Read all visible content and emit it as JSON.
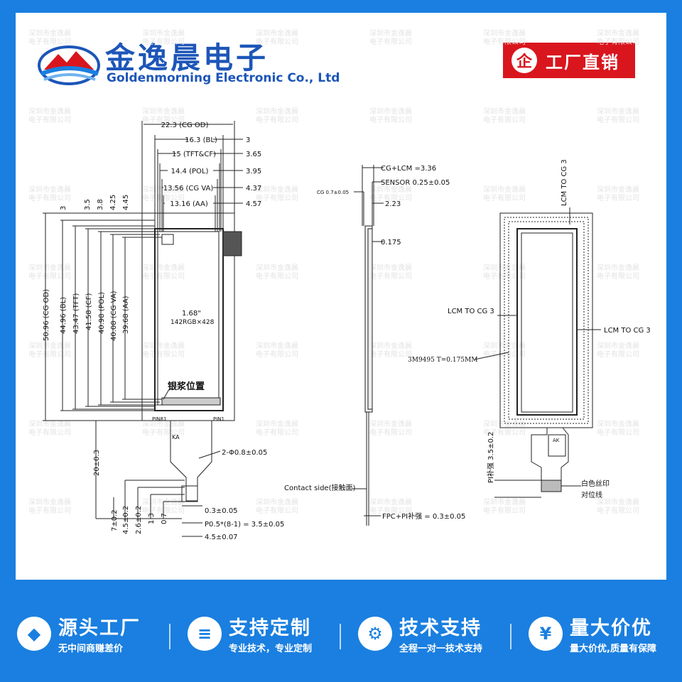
{
  "brand": {
    "name_cn": "金逸晨电子",
    "name_en": "Goldenmorning Electronic Co., Ltd"
  },
  "badge": {
    "icon_text": "企",
    "text": "工厂直销"
  },
  "watermark": "深圳市金逸晨 电子有限公司",
  "front_view": {
    "top_dims": [
      {
        "left": "22.3 (CG OD)",
        "right": ""
      },
      {
        "left": "16.3 (BL)",
        "right": "3"
      },
      {
        "left": "15 (TFT&CF)",
        "right": "3.65"
      },
      {
        "left": "14.4 (POL)",
        "right": "3.95"
      },
      {
        "left": "13.56 (CG VA)",
        "right": "4.37"
      },
      {
        "left": "13.16 (AA)",
        "right": "4.57"
      }
    ],
    "top_offsets": [
      "3",
      "3.5",
      "3.8",
      "4.25",
      "4.45"
    ],
    "vertical_dims": [
      "50.96 (CG OD)",
      "44.96 (BL)",
      "43.47 (TFT)",
      "41.58 (CF)",
      "40.98 (POL)",
      "40.08 (CG VA)",
      "39.68 (AA)"
    ],
    "size_label": "1.68\"",
    "resolution_label": "142RGB×428",
    "silver_paste": "银浆位置",
    "pin1_left": "PIN81",
    "pin1_right": "PIN1",
    "fpc_label": "KA",
    "holes": "2-Φ0.8±0.05",
    "tail_dim": "20±0.3",
    "bottom_dims_left": [
      "7±0.2",
      "4.5±0.2",
      "2.6±0.2",
      "1.3",
      "0.7"
    ],
    "bottom_dims_right": [
      "0.3±0.05",
      "P0.5*(8-1) = 3.5±0.05",
      "4.5±0.07"
    ]
  },
  "side_view": {
    "cg_lcm": "CG+LCM =3.36",
    "sensor": "SENSOR 0.25±0.05",
    "cg": "CG 0.7±0.05",
    "d223": "2.23",
    "d0175": "0.175",
    "contact": "Contact side(接触面)",
    "fpc_pi": "FPC+PI补强 = 0.3±0.05"
  },
  "back_view": {
    "lcm_top": "LCM TO CG 3",
    "lcm_left": "LCM TO CG 3",
    "lcm_right": "LCM TO CG 3",
    "tape": "3M9495 T=0.175MM",
    "pi_dim": "PI补强 3.5±0.2",
    "fpc_label": "AK",
    "silk_line1": "白色丝印",
    "silk_line2": "对位线"
  },
  "footer": [
    {
      "icon": "fire-icon",
      "glyph": "◆",
      "title": "源头工厂",
      "sub": "无中间商赚差价"
    },
    {
      "icon": "document-icon",
      "glyph": "≡",
      "title": "支持定制",
      "sub": "专业技术，专业定制"
    },
    {
      "icon": "gear-icon",
      "glyph": "⚙",
      "title": "技术支持",
      "sub": "全程一对一技术支持"
    },
    {
      "icon": "coins-icon",
      "glyph": "¥",
      "title": "量大价优",
      "sub": "量大价优,质量有保障"
    }
  ]
}
